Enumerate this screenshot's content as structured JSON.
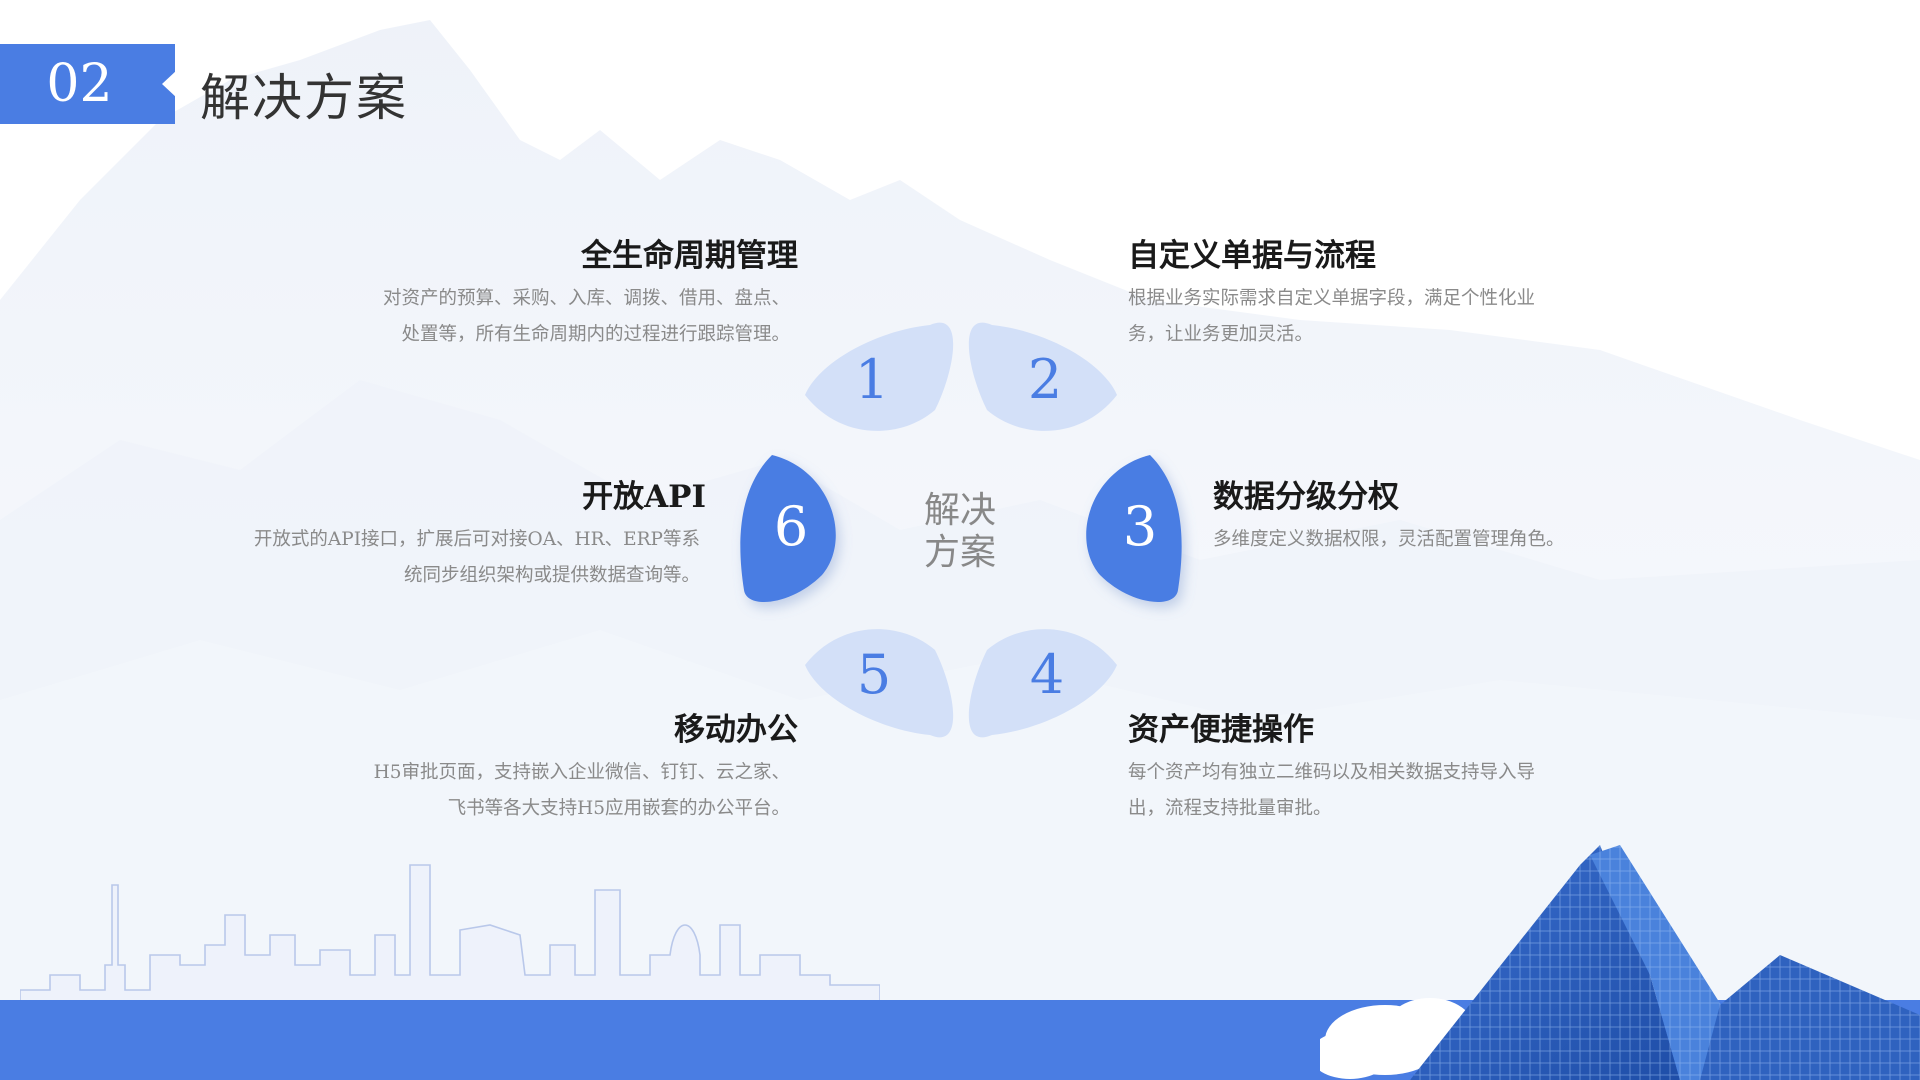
{
  "header": {
    "number": "02",
    "title": "解决方案"
  },
  "center": {
    "line1": "解决",
    "line2": "方案"
  },
  "petals": [
    "1",
    "2",
    "3",
    "4",
    "5",
    "6"
  ],
  "items": [
    {
      "title": "全生命周期管理",
      "desc_line1": "对资产的预算、采购、入库、调拨、借用、盘点、",
      "desc_line2": "处置等，所有生命周期内的过程进行跟踪管理。"
    },
    {
      "title": "自定义单据与流程",
      "desc_line1": "根据业务实际需求自定义单据字段，满足个性化业",
      "desc_line2": "务，让业务更加灵活。"
    },
    {
      "title": "数据分级分权",
      "desc_line1": "多维度定义数据权限，灵活配置管理角色。"
    },
    {
      "title": "资产便捷操作",
      "desc_line1": "每个资产均有独立二维码以及相关数据支持导入导",
      "desc_line2": "出，流程支持批量审批。"
    },
    {
      "title": "移动办公",
      "desc_line1": "H5审批页面，支持嵌入企业微信、钉钉、云之家、",
      "desc_line2": "飞书等各大支持H5应用嵌套的办公平台。"
    },
    {
      "title": "开放API",
      "desc_line1": "开放式的API接口，扩展后可对接OA、HR、ERP等系",
      "desc_line2": "统同步组织架构或提供数据查询等。"
    }
  ],
  "colors": {
    "accent": "#4a7de3",
    "petal_light": "#d3e0f8",
    "petal_dark": "#4a7de3"
  },
  "icons": [
    "mountain-background",
    "city-skyline",
    "skyscraper"
  ]
}
